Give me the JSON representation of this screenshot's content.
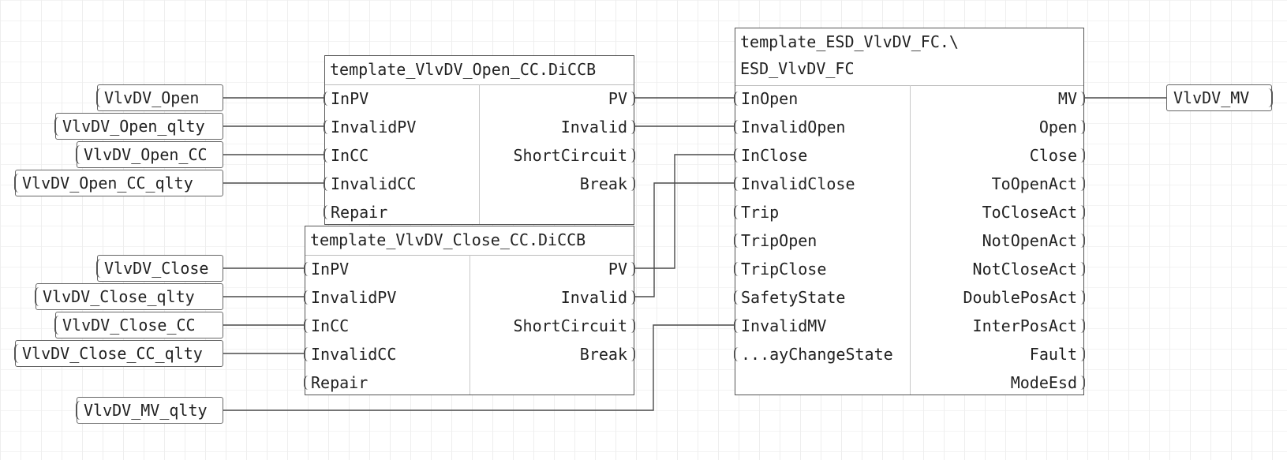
{
  "input_tags": {
    "open": "VlvDV_Open",
    "open_qlty": "VlvDV_Open_qlty",
    "open_cc": "VlvDV_Open_CC",
    "open_cc_qlty": "VlvDV_Open_CC_qlty",
    "close": "VlvDV_Close",
    "close_qlty": "VlvDV_Close_qlty",
    "close_cc": "VlvDV_Close_CC",
    "close_cc_qlty": "VlvDV_Close_CC_qlty",
    "mv_qlty": "VlvDV_MV_qlty"
  },
  "output_tags": {
    "mv": "VlvDV_MV"
  },
  "open_block": {
    "title": "template_VlvDV_Open_CC.DiCCB",
    "inputs": [
      "InPV",
      "InvalidPV",
      "InCC",
      "InvalidCC",
      "Repair"
    ],
    "outputs": [
      "PV",
      "Invalid",
      "ShortCircuit",
      "Break"
    ]
  },
  "close_block": {
    "title": "template_VlvDV_Close_CC.DiCCB",
    "inputs": [
      "InPV",
      "InvalidPV",
      "InCC",
      "InvalidCC",
      "Repair"
    ],
    "outputs": [
      "PV",
      "Invalid",
      "ShortCircuit",
      "Break"
    ]
  },
  "esd_block": {
    "title_line1": "template_ESD_VlvDV_FC.\\",
    "title_line2": "ESD_VlvDV_FC",
    "inputs": [
      "InOpen",
      "InvalidOpen",
      "InClose",
      "InvalidClose",
      "Trip",
      "TripOpen",
      "TripClose",
      "SafetyState",
      "InvalidMV",
      "...ayChangeState"
    ],
    "outputs": [
      "MV",
      "Open",
      "Close",
      "ToOpenAct",
      "ToCloseAct",
      "NotOpenAct",
      "NotCloseAct",
      "DoublePosAct",
      "InterPosAct",
      "Fault",
      "ModeEsd"
    ]
  },
  "colors": {
    "wire": "#4a4a4a",
    "border": "#555555",
    "grid": "#eeeeee"
  }
}
